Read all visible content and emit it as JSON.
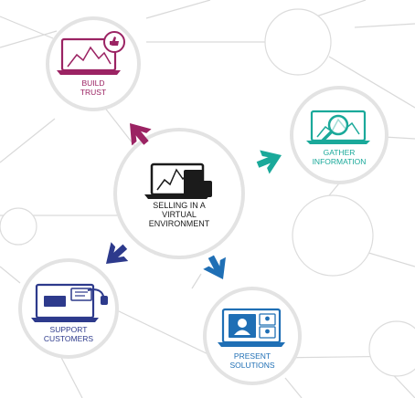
{
  "center": {
    "lines": [
      "SELLING IN A",
      "VIRTUAL",
      "ENVIRONMENT"
    ]
  },
  "nodes": {
    "build_trust": {
      "lines": [
        "BUILD",
        "TRUST"
      ],
      "color": "#9b2363"
    },
    "gather_information": {
      "lines": [
        "GATHER",
        "INFORMATION"
      ],
      "color": "#1aa99a"
    },
    "support_customers": {
      "lines": [
        "SUPPORT",
        "CUSTOMERS"
      ],
      "color": "#2d3a8c"
    },
    "present_solutions": {
      "lines": [
        "PRESENT",
        "SOLUTIONS"
      ],
      "color": "#1f6fb5"
    }
  },
  "colors": {
    "network_line": "#d9d9d9",
    "ring": "#e3e3e3",
    "center_icon": "#1b1b1b"
  }
}
